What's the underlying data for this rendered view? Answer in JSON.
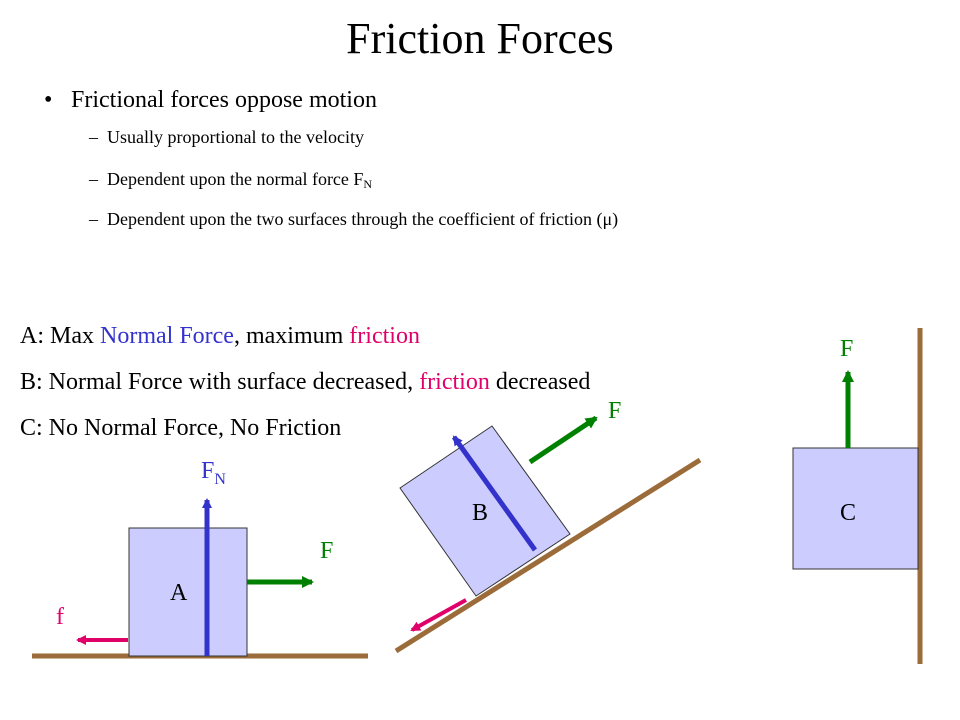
{
  "title": "Friction Forces",
  "bullet": "Frictional forces oppose motion",
  "subbullets": [
    {
      "dash": "–",
      "text": "Usually proportional to the velocity"
    },
    {
      "dash": "–",
      "text": "Dependent upon the normal force F",
      "sub": "N"
    },
    {
      "dash": "–",
      "text": "Dependent upon the two surfaces through the coefficient of friction (",
      "symbol": "μ",
      "tail": ")"
    }
  ],
  "lineA": {
    "prefix": "A: Max ",
    "normal": "Normal Force",
    "mid": ", maximum ",
    "friction": "friction"
  },
  "lineB": {
    "prefix": "B: Normal Force with surface decreased, ",
    "friction": "friction",
    "suffix": " decreased"
  },
  "lineC": "C: No Normal Force, No Friction",
  "labels": {
    "block_a": "A",
    "block_b": "B",
    "block_c": "C",
    "fn_main": "F",
    "fn_sub": "N",
    "force_a": "F",
    "friction_a": "f",
    "force_b": "F",
    "force_c": "F"
  },
  "colors": {
    "block": "#ccccff",
    "block_border": "#333333",
    "surface": "#9b6b3a",
    "normal": "#3333cc",
    "force": "#008000",
    "friction": "#e0006a"
  }
}
